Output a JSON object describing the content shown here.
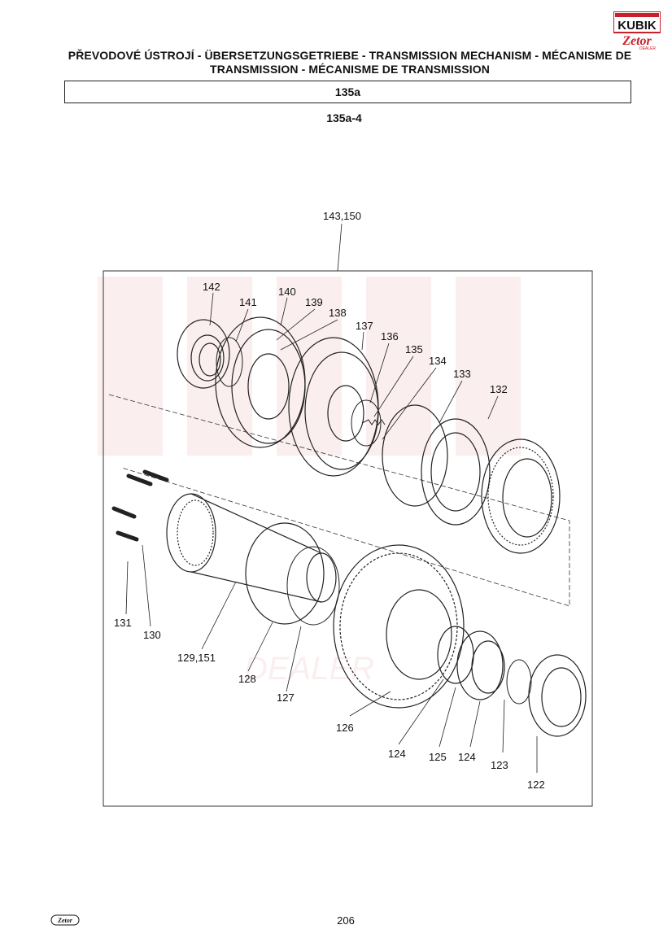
{
  "header": {
    "logo_top": "KUBIK",
    "logo_bottom": "Zetor",
    "logo_sub": "DEALER",
    "title_line1": "PŘEVODOVÉ ÚSTROJÍ - ÜBERSETZUNGSGETRIEBE - TRANSMISSION MECHANISM - MÉCANISME DE",
    "title_line2": "TRANSMISSION - MÉCANISME DE TRANSMISSION",
    "section": "135a",
    "subsection": "135a-4"
  },
  "diagram": {
    "part_labels": [
      "143,150",
      "142",
      "141",
      "140",
      "139",
      "138",
      "137",
      "136",
      "135",
      "134",
      "133",
      "132",
      "131",
      "130",
      "129,151",
      "128",
      "127",
      "126",
      "124",
      "125",
      "124",
      "123",
      "122"
    ],
    "watermark_text": "DEALER"
  },
  "footer": {
    "logo": "Zetor",
    "page_number": "206"
  }
}
